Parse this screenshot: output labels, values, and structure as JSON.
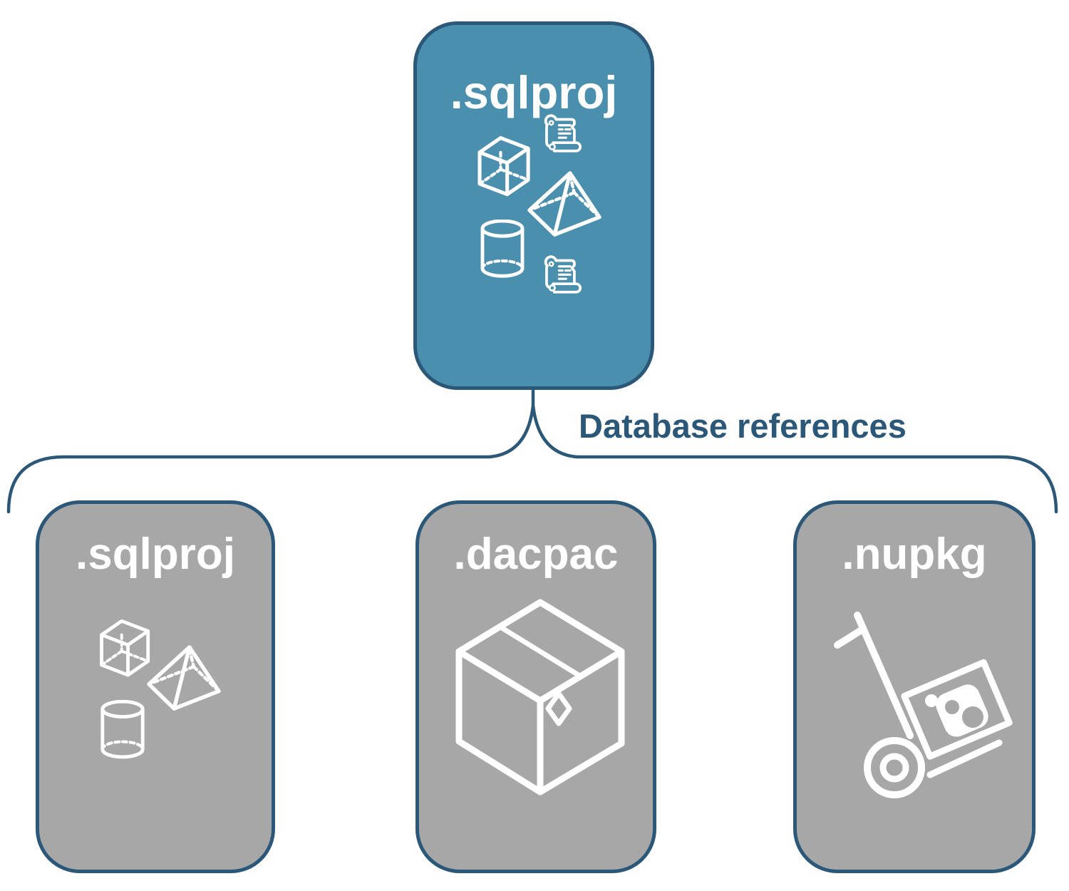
{
  "diagram": {
    "background": "#FFFFFF",
    "root": {
      "label": ".sqlproj",
      "fill": "#4B8FAE",
      "border": "#2B5878",
      "icons": [
        "scroll-icon",
        "cube-icon",
        "pyramid-icon",
        "cylinder-icon",
        "scroll-icon"
      ]
    },
    "connector": {
      "label": "Database references",
      "line_color": "#2B5878",
      "text_color": "#2B5878",
      "shape": "curly-brace"
    },
    "children": [
      {
        "label": ".sqlproj",
        "fill": "#A7A7A7",
        "border": "#2B5878",
        "icons": [
          "cube-icon",
          "pyramid-icon",
          "cylinder-icon"
        ]
      },
      {
        "label": ".dacpac",
        "fill": "#A7A7A7",
        "border": "#2B5878",
        "icons": [
          "package-box-icon"
        ]
      },
      {
        "label": ".nupkg",
        "fill": "#A7A7A7",
        "border": "#2B5878",
        "icons": [
          "nuget-handtruck-icon"
        ]
      }
    ],
    "icon_color": "#FFFFFF"
  }
}
